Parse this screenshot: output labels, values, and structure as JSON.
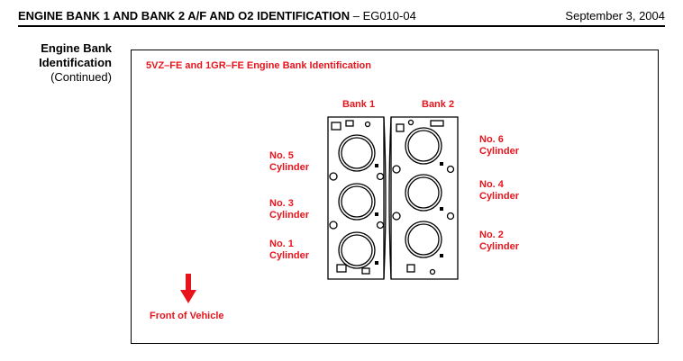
{
  "header": {
    "title_bold": "ENGINE BANK 1 AND BANK 2 A/F AND O2 IDENTIFICATION",
    "title_suffix": " – EG010-04",
    "date": "September 3, 2004"
  },
  "section": {
    "title": "Engine Bank Identification",
    "continued": "(Continued)"
  },
  "figure": {
    "subtitle": "5VZ–FE and 1GR–FE Engine Bank Identification",
    "bank1": "Bank 1",
    "bank2": "Bank 2",
    "left_cylinders": [
      {
        "no": "No. 5",
        "word": "Cylinder"
      },
      {
        "no": "No. 3",
        "word": "Cylinder"
      },
      {
        "no": "No. 1",
        "word": "Cylinder"
      }
    ],
    "right_cylinders": [
      {
        "no": "No. 6",
        "word": "Cylinder"
      },
      {
        "no": "No. 4",
        "word": "Cylinder"
      },
      {
        "no": "No. 2",
        "word": "Cylinder"
      }
    ],
    "front": "Front of Vehicle",
    "accent_color": "#e8141c"
  }
}
